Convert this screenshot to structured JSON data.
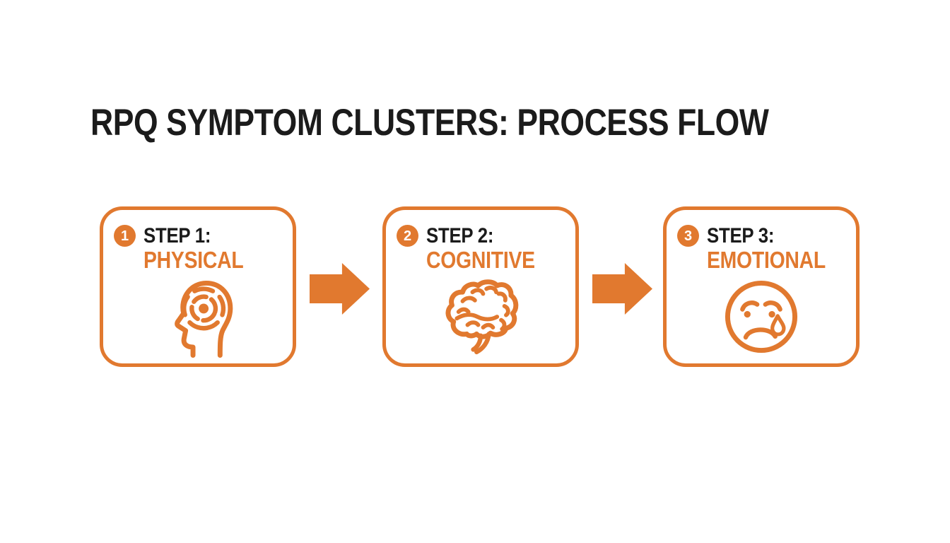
{
  "title": "RPQ SYMPTOM CLUSTERS: PROCESS FLOW",
  "colors": {
    "accent": "#E1792F",
    "ink": "#1B1B1B",
    "background": "#FFFFFF",
    "badge_text": "#FFFFFF"
  },
  "steps": [
    {
      "number": "1",
      "label": "STEP 1:",
      "sublabel": "PHYSICAL",
      "icon": "head-pain-icon"
    },
    {
      "number": "2",
      "label": "STEP 2:",
      "sublabel": "COGNITIVE",
      "icon": "brain-icon"
    },
    {
      "number": "3",
      "label": "STEP 3:",
      "sublabel": "EMOTIONAL",
      "icon": "sad-face-tear-icon"
    }
  ],
  "connectors": [
    {
      "icon": "arrow-right-icon"
    },
    {
      "icon": "arrow-right-icon"
    }
  ]
}
